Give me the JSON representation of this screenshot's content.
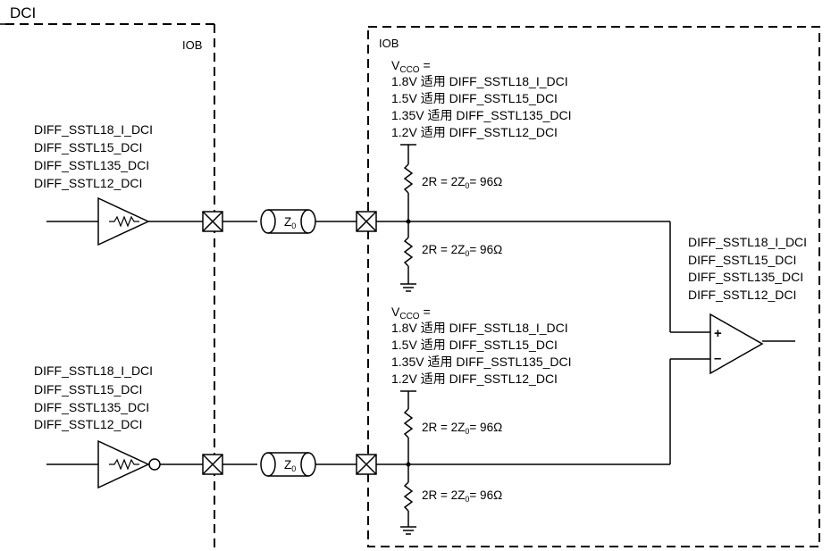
{
  "title": "DCI",
  "iob_left": "IOB",
  "iob_right": "IOB",
  "driver_top_labels": [
    "DIFF_SSTL18_I_DCI",
    "DIFF_SSTL15_DCI",
    "DIFF_SSTL135_DCI",
    "DIFF_SSTL12_DCI"
  ],
  "driver_bottom_labels": [
    "DIFF_SSTL18_I_DCI",
    "DIFF_SSTL15_DCI",
    "DIFF_SSTL135_DCI",
    "DIFF_SSTL12_DCI"
  ],
  "receiver_labels": [
    "DIFF_SSTL18_I_DCI",
    "DIFF_SSTL15_DCI",
    "DIFF_SSTL135_DCI",
    "DIFF_SSTL12_DCI"
  ],
  "vcco_top": {
    "label_main": "V",
    "label_sub": "CCO",
    "label_suffix": " =",
    "lines": [
      "1.8V 适用 DIFF_SSTL18_I_DCI",
      "1.5V 适用 DIFF_SSTL15_DCI",
      "1.35V 适用 DIFF_SSTL135_DCI",
      "1.2V 适用 DIFF_SSTL12_DCI"
    ]
  },
  "vcco_bottom": {
    "label_main": "V",
    "label_sub": "CCO",
    "label_suffix": " =",
    "lines": [
      "1.8V 适用 DIFF_SSTL18_I_DCI",
      "1.5V 适用 DIFF_SSTL15_DCI",
      "1.35V 适用 DIFF_SSTL135_DCI",
      "1.2V 适用 DIFF_SSTL12_DCI"
    ]
  },
  "resistor_label": {
    "prefix": "2R = 2Z",
    "sub": "0",
    "suffix": "= 96Ω"
  },
  "tline_label": {
    "main": "Z",
    "sub": "0"
  },
  "opamp": {
    "plus": "+",
    "minus": "–"
  }
}
